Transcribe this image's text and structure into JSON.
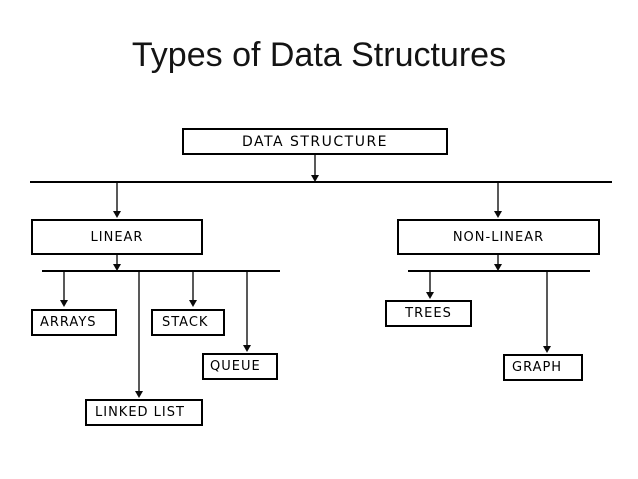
{
  "slide": {
    "title": "Types of Data Structures",
    "background_color": "#ffffff",
    "line_color": "#000000",
    "arrow_stem_color": "#595959",
    "text_color": "#000000"
  },
  "diagram": {
    "nodes": {
      "root": {
        "label": "DATA STRUCTURE"
      },
      "linear": {
        "label": "LINEAR"
      },
      "nonlinear": {
        "label": "NON-LINEAR"
      },
      "arrays": {
        "label": "ARRAYS"
      },
      "stack": {
        "label": "STACK"
      },
      "queue": {
        "label": "QUEUE"
      },
      "linkedlist": {
        "label": "LINKED LIST"
      },
      "trees": {
        "label": "TREES"
      },
      "graph": {
        "label": "GRAPH"
      }
    },
    "edges": [
      {
        "from": "root",
        "to": "linear"
      },
      {
        "from": "root",
        "to": "nonlinear"
      },
      {
        "from": "linear",
        "to": "arrays"
      },
      {
        "from": "linear",
        "to": "stack"
      },
      {
        "from": "linear",
        "to": "queue"
      },
      {
        "from": "linear",
        "to": "linkedlist"
      },
      {
        "from": "nonlinear",
        "to": "trees"
      },
      {
        "from": "nonlinear",
        "to": "graph"
      }
    ]
  }
}
